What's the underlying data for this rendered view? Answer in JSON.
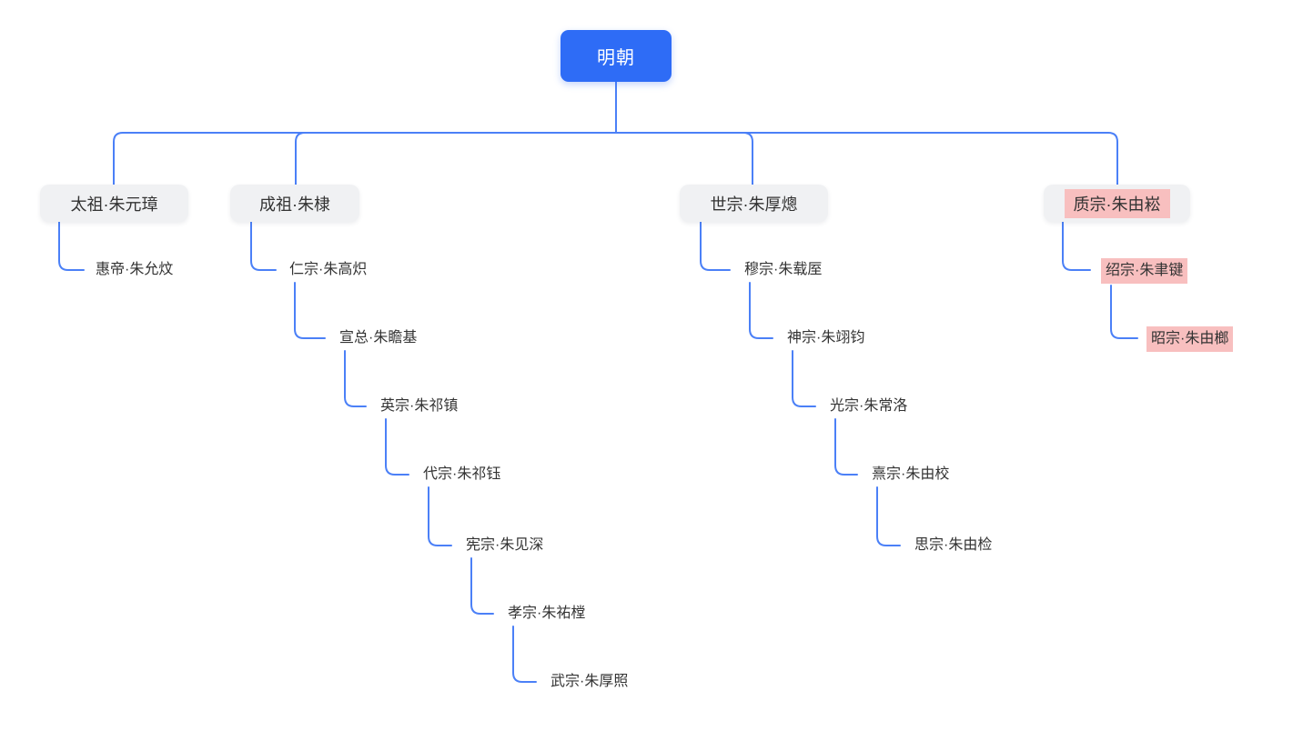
{
  "colors": {
    "root_bg": "#2e6cf6",
    "root_text": "#ffffff",
    "branch_bg": "#f0f1f3",
    "edge": "#4b80f7",
    "text": "#333333",
    "highlight_bg": "#f8bfbf"
  },
  "root": {
    "label": "明朝"
  },
  "branches": [
    {
      "label": "太祖·朱元璋",
      "highlighted": false,
      "children": [
        {
          "label": "惠帝·朱允炆",
          "highlighted": false
        }
      ]
    },
    {
      "label": "成祖·朱棣",
      "highlighted": false,
      "children": [
        {
          "label": "仁宗·朱高炽",
          "highlighted": false
        },
        {
          "label": "宣总·朱瞻基",
          "highlighted": false
        },
        {
          "label": "英宗·朱祁镇",
          "highlighted": false
        },
        {
          "label": "代宗·朱祁钰",
          "highlighted": false
        },
        {
          "label": "宪宗·朱见深",
          "highlighted": false
        },
        {
          "label": "孝宗·朱祐樘",
          "highlighted": false
        },
        {
          "label": "武宗·朱厚照",
          "highlighted": false
        }
      ]
    },
    {
      "label": "世宗·朱厚熜",
      "highlighted": false,
      "children": [
        {
          "label": "穆宗·朱载厔",
          "highlighted": false
        },
        {
          "label": "神宗·朱翊钧",
          "highlighted": false
        },
        {
          "label": "光宗·朱常洛",
          "highlighted": false
        },
        {
          "label": "熹宗·朱由校",
          "highlighted": false
        },
        {
          "label": "思宗·朱由检",
          "highlighted": false
        }
      ]
    },
    {
      "label": "质宗·朱由崧",
      "highlighted": true,
      "children": [
        {
          "label": "绍宗·朱聿键",
          "highlighted": true
        },
        {
          "label": "昭宗·朱由榔",
          "highlighted": true
        }
      ]
    }
  ]
}
